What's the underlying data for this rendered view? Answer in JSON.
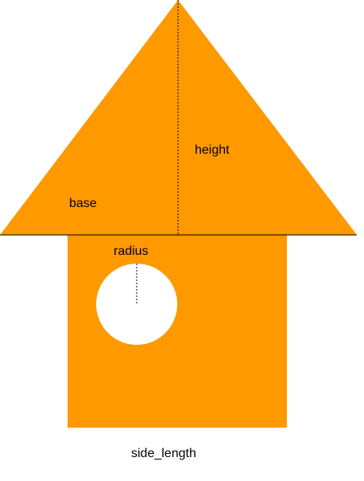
{
  "diagram": {
    "colors": {
      "fill": "#FF9900",
      "hole": "#FFFFFF",
      "line": "#000000",
      "background": "#FFFFFF"
    },
    "labels": {
      "base": "base",
      "height": "height",
      "radius": "radius",
      "side_length": "side_length"
    }
  }
}
